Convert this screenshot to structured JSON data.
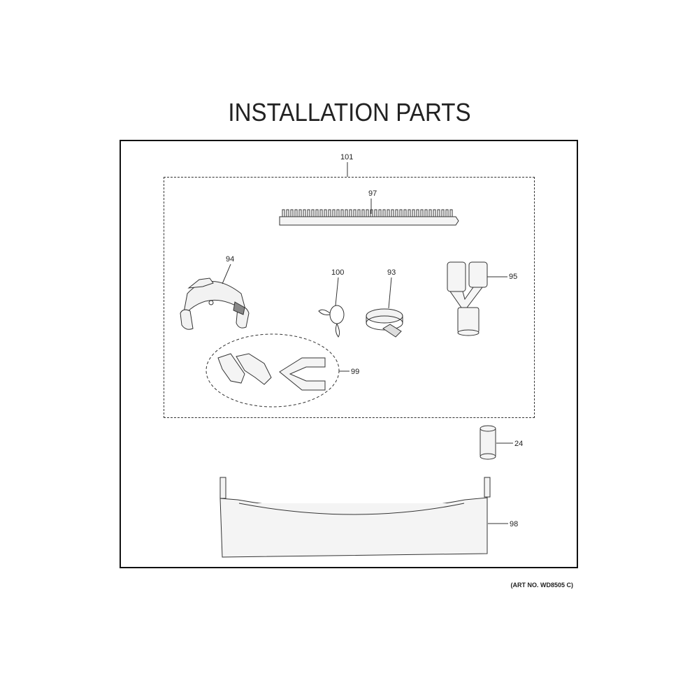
{
  "title": "INSTALLATION PARTS",
  "art_number": "(ART NO. WD8505 C)",
  "callouts": {
    "c101": "101",
    "c97": "97",
    "c94": "94",
    "c100": "100",
    "c93": "93",
    "c95": "95",
    "c99": "99",
    "c24": "24",
    "c98": "98"
  }
}
